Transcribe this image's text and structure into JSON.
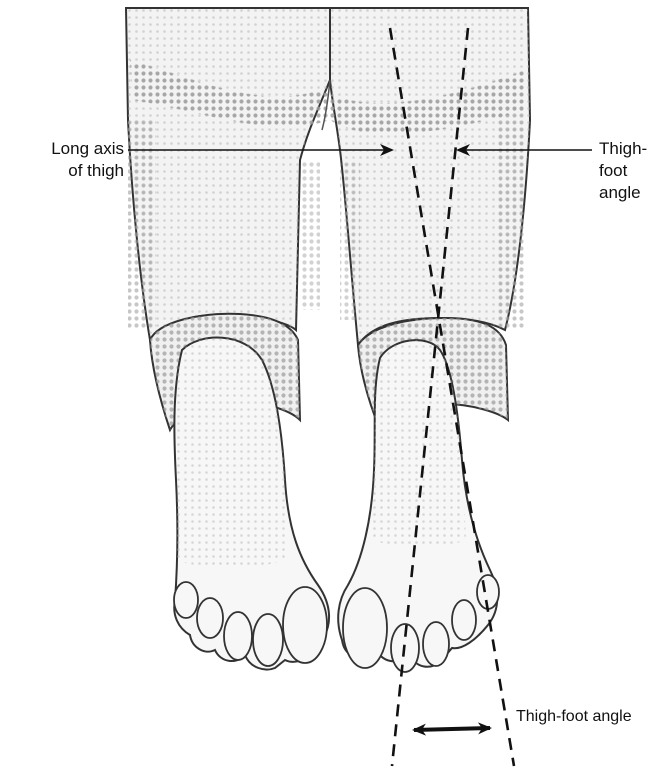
{
  "labels": {
    "long_axis_line1": "Long axis",
    "long_axis_line2": "of thigh",
    "thigh_foot_line1": "Thigh-foot",
    "thigh_foot_line2": "angle",
    "thigh_foot_angle": "Thigh-foot angle"
  },
  "colors": {
    "ink": "#111111",
    "stipple": "#9a9a9a",
    "skin_fill": "#f4f4f4"
  },
  "icons": {
    "measurement_arrow": "double-headed-arrow"
  }
}
